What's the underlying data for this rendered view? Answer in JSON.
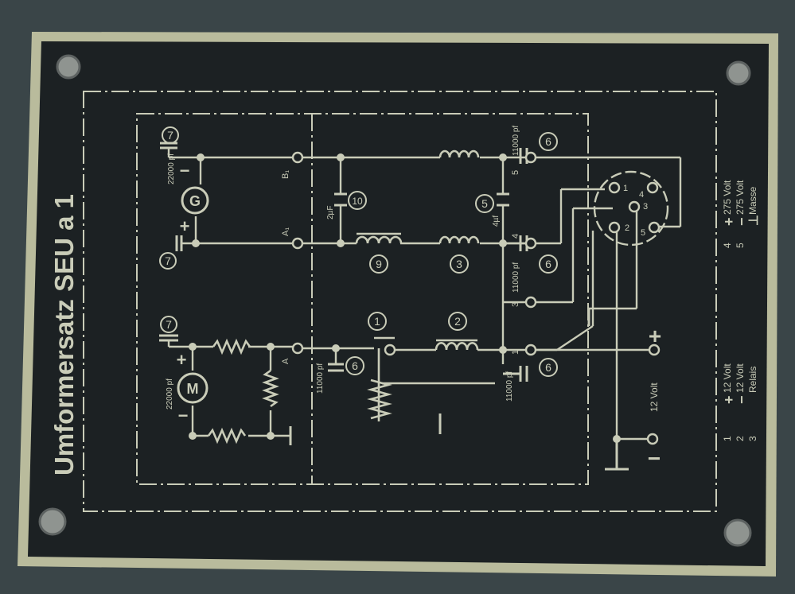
{
  "colors": {
    "housing": "#3a4548",
    "plate_border": "#b9bb9c",
    "plate_face": "#1c2123",
    "ink": "#c9ccb8"
  },
  "plate": {
    "title": "Umformersatz SEU a 1"
  },
  "capacitors": {
    "c_generator": "22000 pf",
    "c_motor": "22000 pf",
    "c_2uf": "2µF",
    "c_4uf": "4µf",
    "c_11000_top": "11000 pf",
    "c_11000_mid": "11000 pf",
    "c_11000_left": "11000 pf",
    "c_11000_bottom": "11000 pf"
  },
  "terminals": {
    "b1": "B₁",
    "a1": "A₁",
    "a": "A",
    "t1": "1",
    "t3": "3",
    "t4": "4",
    "t5": "5"
  },
  "machines": {
    "generator": "G",
    "motor": "M"
  },
  "circled_parts": [
    "1",
    "2",
    "3",
    "5",
    "6",
    "7",
    "9",
    "10"
  ],
  "connector": {
    "pins": [
      "1",
      "2",
      "3",
      "4",
      "5"
    ]
  },
  "supply": {
    "voltage_label": "12 Volt",
    "plus": "+",
    "minus": "−"
  },
  "legend_hv": [
    {
      "num": "4",
      "sym": "+",
      "text": "275 Volt"
    },
    {
      "num": "5",
      "sym": "−",
      "text": "275 Volt"
    },
    {
      "num": "",
      "sym": "⊥",
      "text": "Masse"
    }
  ],
  "legend_lv": [
    {
      "num": "1",
      "sym": "+",
      "text": "12 Volt"
    },
    {
      "num": "2",
      "sym": "−",
      "text": "12 Volt"
    },
    {
      "num": "3",
      "sym": "",
      "text": "Relais"
    }
  ]
}
